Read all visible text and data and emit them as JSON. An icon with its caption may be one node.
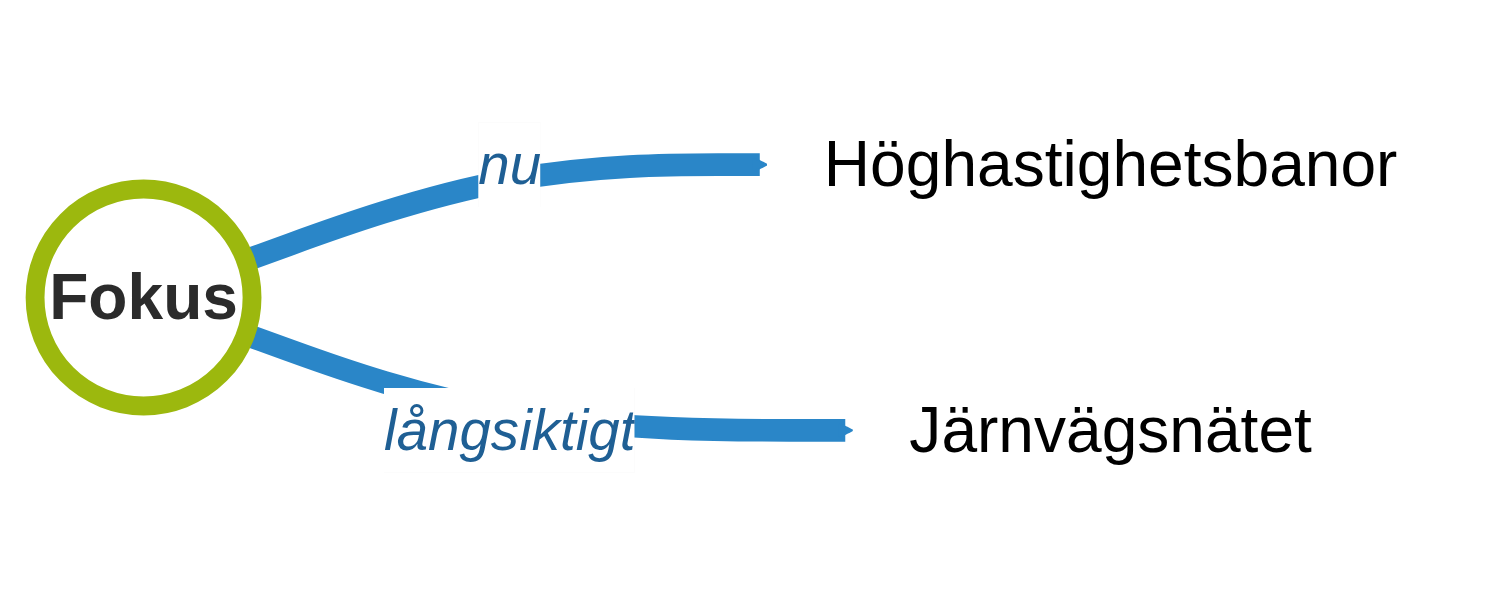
{
  "diagram": {
    "nodes": [
      {
        "text": [
          "Fokus"
        ]
      },
      {
        "text": [
          "Höghastighetsbanor"
        ]
      },
      {
        "text": [
          "Järnvägsnätet"
        ]
      }
    ],
    "edges": [
      {
        "from": 0,
        "to": 1,
        "arrow": "to",
        "label": "nu"
      },
      {
        "from": 0,
        "to": 2,
        "arrow": "to",
        "label": "långsiktigt"
      }
    ]
  }
}
